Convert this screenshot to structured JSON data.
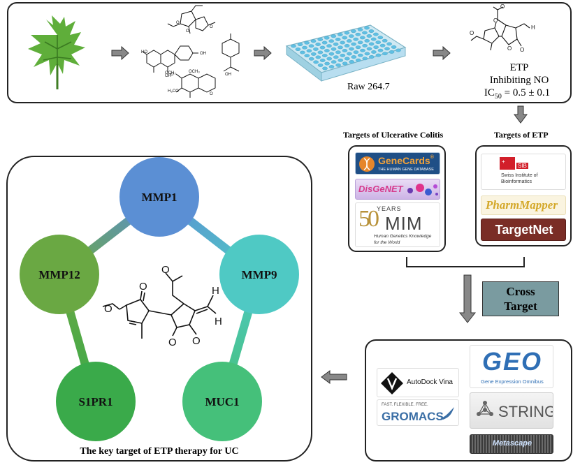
{
  "workflow": {
    "plate_label": "Raw 264.7",
    "etp": {
      "name": "ETP",
      "activity": "Inhibiting NO",
      "ic50_prefix": "IC",
      "ic50_sub": "50",
      "ic50_value": " = 0.5 ± 0.1"
    }
  },
  "targets": {
    "uc_title": "Targets of Ulcerative Colitis",
    "etp_title": "Targets of ETP",
    "uc_databases": {
      "genecards": {
        "name": "GeneCards",
        "reg": "®",
        "subtitle": "THE HUMAN GENE DATABASE"
      },
      "disgenet": {
        "name": "DisGeNET"
      },
      "omim": {
        "years_label": "YEARS",
        "big_number": "50",
        "name": "MIM",
        "tagline_1": "Human Genetics Knowledge",
        "tagline_2": "for the World"
      }
    },
    "etp_databases": {
      "sib": {
        "badge": "SIB",
        "line1": "Swiss Institute of",
        "line2": "Bioinformatics"
      },
      "pharmmapper": {
        "name": "PharmMapper"
      },
      "targetnet": {
        "name": "TargetNet"
      }
    }
  },
  "cross_target": {
    "line1": "Cross",
    "line2": "Target"
  },
  "tools": {
    "autodock": {
      "name": "AutoDock Vina"
    },
    "geo": {
      "name": "GEO",
      "subtitle": "Gene Expression Omnibus"
    },
    "gromacs": {
      "tagline": "FAST. FLEXIBLE. FREE.",
      "name": "GROMACS"
    },
    "string": {
      "name": "STRING"
    },
    "metascape": {
      "name": "Metascape"
    }
  },
  "key_targets": {
    "caption": "The key target of ETP therapy for UC",
    "nodes": [
      {
        "label": "MMP1",
        "color": "#5b8fd4"
      },
      {
        "label": "MMP9",
        "color": "#4fc9c4"
      },
      {
        "label": "MUC1",
        "color": "#45c07a"
      },
      {
        "label": "S1PR1",
        "color": "#3aaa4a"
      },
      {
        "label": "MMP12",
        "color": "#6aa843"
      }
    ]
  },
  "colors": {
    "arrow_gray": "#888888",
    "cross_target_bg": "#7a9ba0",
    "genecards_bg": "#1f4f86",
    "targetnet_bg": "#7a2d26",
    "pharmmapper_text": "#d4a82a"
  }
}
